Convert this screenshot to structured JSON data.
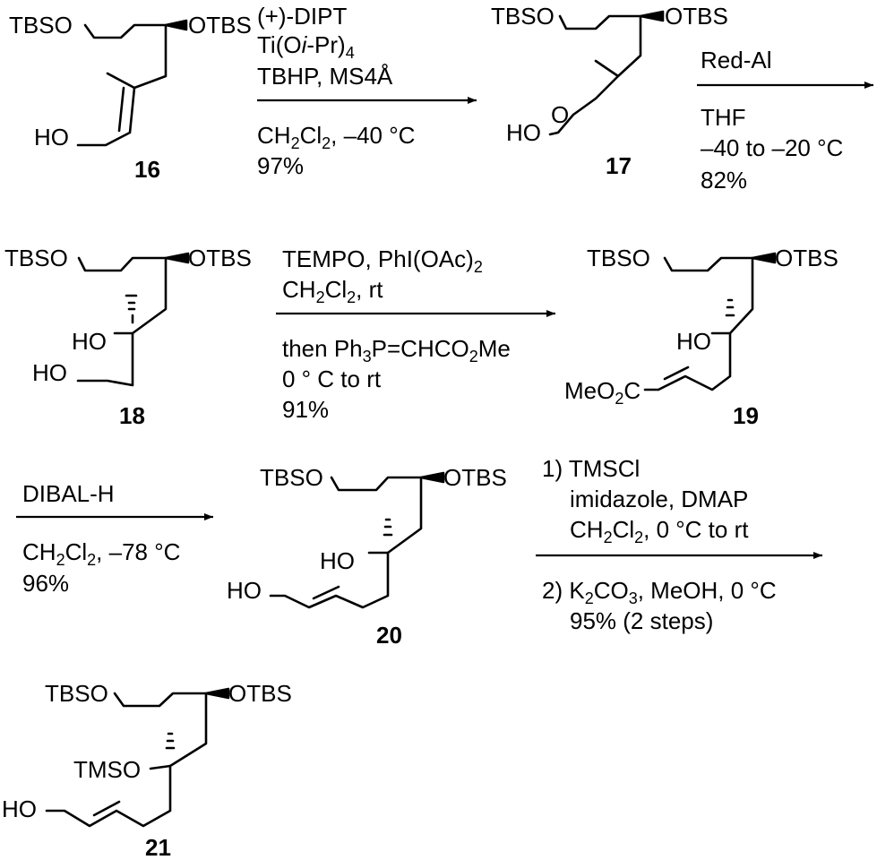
{
  "compounds": {
    "c16": {
      "number": "16",
      "tbso": "TBSO",
      "otbs": "OTBS",
      "ho": "HO"
    },
    "c17": {
      "number": "17",
      "tbso": "TBSO",
      "otbs": "OTBS",
      "ho": "HO",
      "o": "O"
    },
    "c18": {
      "number": "18",
      "tbso": "TBSO",
      "otbs": "OTBS",
      "ho_tert": "HO",
      "ho": "HO"
    },
    "c19": {
      "number": "19",
      "tbso": "TBSO",
      "otbs": "OTBS",
      "ho_tert": "HO",
      "ester": "MeO",
      "ester_sub": "2",
      "ester_c": "C"
    },
    "c20": {
      "number": "20",
      "tbso": "TBSO",
      "otbs": "OTBS",
      "ho_tert": "HO",
      "ho": "HO"
    },
    "c21": {
      "number": "21",
      "tbso": "TBSO",
      "otbs": "OTBS",
      "tmso": "TMSO",
      "ho": "HO"
    }
  },
  "reactions": {
    "r1": {
      "above1": "(+)-DIPT",
      "above2_a": "Ti(O",
      "above2_i": "i",
      "above2_b": "-Pr)",
      "above2_sub": "4",
      "above3": "TBHP,  MS4Å",
      "below1_a": "CH",
      "below1_s1": "2",
      "below1_b": "Cl",
      "below1_s2": "2",
      "below1_c": ", –40 °C",
      "below2": "97%"
    },
    "r2": {
      "above1": "Red-Al",
      "below1": "THF",
      "below2": "–40 to –20 °C",
      "below3": "82%"
    },
    "r3": {
      "above1_a": "TEMPO, PhI(OAc)",
      "above1_sub": "2",
      "above2_a": "CH",
      "above2_s1": "2",
      "above2_b": "Cl",
      "above2_s2": "2",
      "above2_c": ", rt",
      "below1_a": "then Ph",
      "below1_s1": "3",
      "below1_b": "P=CHCO",
      "below1_s2": "2",
      "below1_c": "Me",
      "below2": "0 ° C to rt",
      "below3": "91%"
    },
    "r4": {
      "above1": "DIBAL-H",
      "below1_a": "CH",
      "below1_s1": "2",
      "below1_b": "Cl",
      "below1_s2": "2",
      "below1_c": ", –78 °C",
      "below2": "96%"
    },
    "r5": {
      "above1": "1) TMSCl",
      "above2": "imidazole, DMAP",
      "above3_a": "CH",
      "above3_s1": "2",
      "above3_b": "Cl",
      "above3_s2": "2",
      "above3_c": ", 0 °C to rt",
      "below1_a": "2) K",
      "below1_s1": "2",
      "below1_b": "CO",
      "below1_s2": "3",
      "below1_c": ", MeOH, 0 °C",
      "below2": "95% (2 steps)"
    }
  }
}
